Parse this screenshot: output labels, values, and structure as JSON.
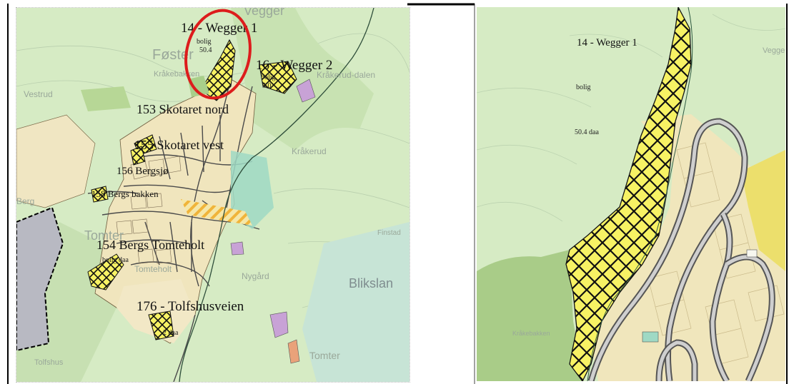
{
  "left_map": {
    "plan_labels": [
      {
        "id": "wegger1",
        "text": "14 - Wegger 1"
      },
      {
        "id": "wegger2",
        "text": "16 - Wegger 2"
      },
      {
        "id": "skotaret_nord",
        "text": "153 Skotaret nord"
      },
      {
        "id": "skotaret_vest",
        "text": "155 Skotaret vest"
      },
      {
        "id": "bergsjo",
        "text": "156 Bergsjø"
      },
      {
        "id": "bergs_bakken",
        "text": "158 Bergs bakken"
      },
      {
        "id": "bergs_tomteholt",
        "text": "154 Bergs Tomteholt"
      },
      {
        "id": "tolfshusveien",
        "text": "176 - Tolfshusveien"
      }
    ],
    "small_labels": {
      "bolig": "bolig",
      "area_wegger1": "50.4",
      "area_wegger2": "5.0",
      "area_bergs": "bolig daa",
      "area_tolf": "2 daa"
    },
    "place_names": {
      "vegger": "Vegger",
      "foster": "Føster",
      "kraakebakken": "Kråkebakken",
      "kraakerud_dalen": "Kråkerud-dalen",
      "kraakerud": "Kråkerud",
      "vestrud": "Vestrud",
      "berg": "Berg",
      "tomter": "Tomter",
      "tomteholt": "Tomteholt",
      "nygard": "Nygård",
      "finstad": "Finstad",
      "blikslan": "Blikslan",
      "tolfshus": "Tolfshus",
      "tomter2": "Tomter"
    }
  },
  "right_map": {
    "title": "14 - Wegger 1",
    "use": "bolig",
    "area": "50.4 daa",
    "place_names": {
      "vegger": "Vegger",
      "kraakebakken": "Kråkebakken"
    }
  },
  "colors": {
    "map_green": "#d6ebc4",
    "dark_green": "#b8d89e",
    "residential": "#f2e8bc",
    "yellow_hatch": "#f7f264",
    "highlight_red": "#dd1c1c",
    "purple": "#c8a2d6",
    "grey_area": "#b8b9c2"
  }
}
